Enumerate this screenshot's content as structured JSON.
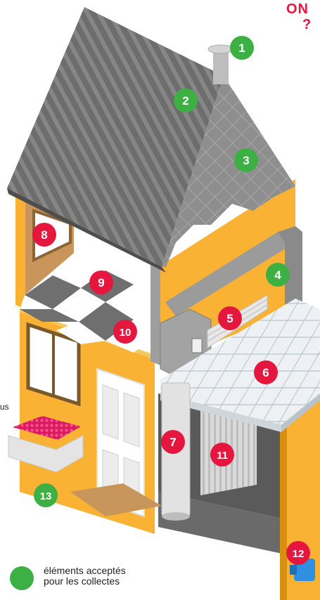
{
  "title_fragment": {
    "line1": "ON",
    "line2": "?"
  },
  "side_fragment": "us",
  "colors": {
    "accepted": "#3cb043",
    "not_accepted": "#e5173f",
    "wall_yellow": "#f9b233",
    "roof_gray": "#6f6f6f",
    "slate_gray": "#8c8c8c"
  },
  "markers": [
    {
      "label": "1",
      "status": "accepted"
    },
    {
      "label": "2",
      "status": "accepted"
    },
    {
      "label": "3",
      "status": "accepted"
    },
    {
      "label": "4",
      "status": "accepted"
    },
    {
      "label": "5",
      "status": "not_accepted"
    },
    {
      "label": "6",
      "status": "not_accepted"
    },
    {
      "label": "7",
      "status": "not_accepted"
    },
    {
      "label": "8",
      "status": "not_accepted"
    },
    {
      "label": "9",
      "status": "not_accepted"
    },
    {
      "label": "10",
      "status": "not_accepted"
    },
    {
      "label": "11",
      "status": "not_accepted"
    },
    {
      "label": "12",
      "status": "not_accepted"
    },
    {
      "label": "13",
      "status": "accepted"
    }
  ],
  "legend": {
    "line1": "éléments acceptés",
    "line2": "pour les collectes"
  }
}
